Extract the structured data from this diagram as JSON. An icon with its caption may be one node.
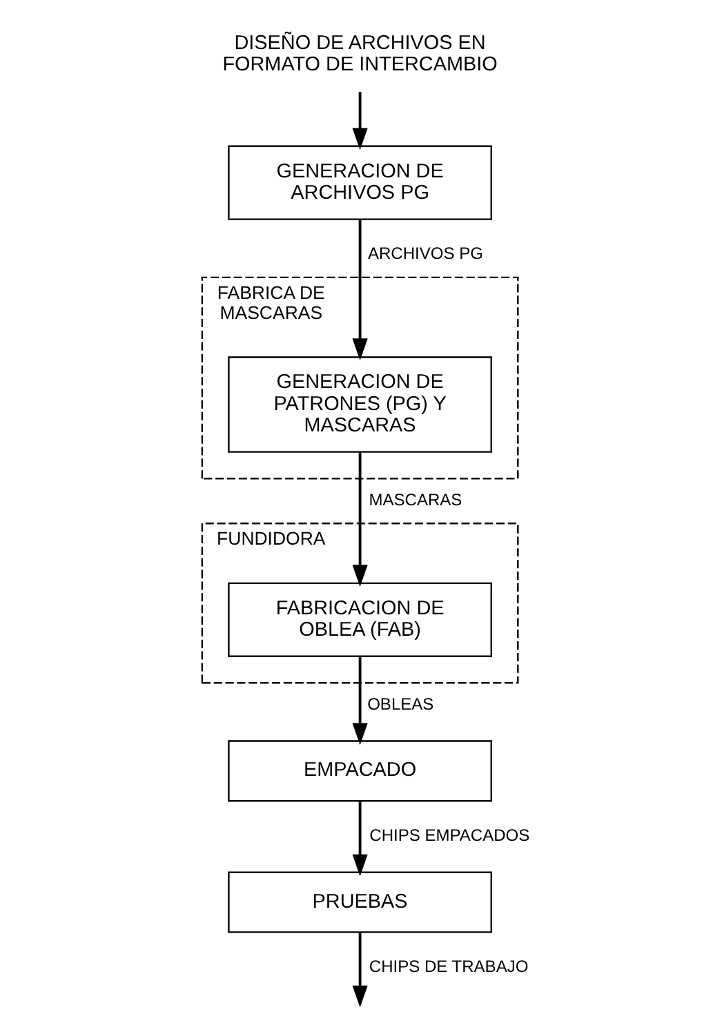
{
  "diagram": {
    "nodes": [
      {
        "text": [
          "DISEÑO DE ARCHIVOS EN FORMATO DE INTERCAMBIO"
        ]
      },
      {
        "text": [
          "GENERACION DE ARCHIVOS PG"
        ]
      },
      {
        "text": [
          "FABRICA DE MASCARAS"
        ]
      },
      {
        "text": [
          "GENERACION DE PATRONES (PG) Y MASCARAS"
        ],
        "in": 2
      },
      {
        "text": [
          "FUNDIDORA"
        ]
      },
      {
        "text": [
          "FABRICACION DE OBLEA (FAB)"
        ],
        "in": 4
      },
      {
        "text": [
          "EMPACADO"
        ]
      },
      {
        "text": [
          "PRUEBAS"
        ]
      }
    ],
    "edges": [
      {
        "from": 0,
        "to": 1,
        "arrow": "to"
      },
      {
        "from": 1,
        "to": 3,
        "arrow": "to",
        "label": "ARCHIVOS PG"
      },
      {
        "from": 3,
        "to": 5,
        "arrow": "to",
        "label": "MASCARAS"
      },
      {
        "from": 5,
        "to": 6,
        "arrow": "to",
        "label": "OBLEAS"
      },
      {
        "from": 6,
        "to": 7,
        "arrow": "to",
        "label": "CHIPS EMPACADOS"
      },
      {
        "from": 7,
        "to": null,
        "arrow": "to",
        "label": "CHIPS DE TRABAJO"
      }
    ]
  }
}
